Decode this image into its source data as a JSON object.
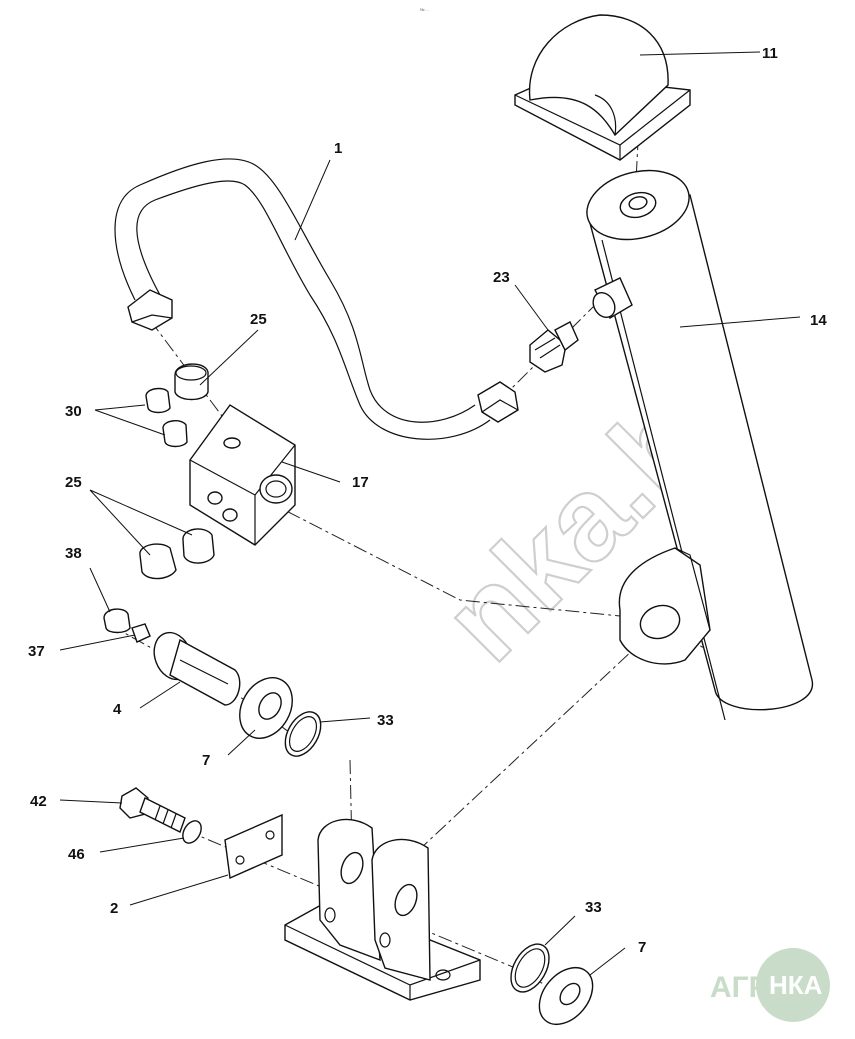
{
  "header_note": "№ ...",
  "watermark": "nka.by",
  "logo": {
    "left": "АГРО",
    "right": "НКА",
    "color": "#c9dcc9"
  },
  "callouts": {
    "c1": "1",
    "c2": "2",
    "c4": "4",
    "c7a": "7",
    "c7b": "7",
    "c11": "11",
    "c14": "14",
    "c17": "17",
    "c23": "23",
    "c25a": "25",
    "c25b": "25",
    "c30": "30",
    "c33a": "33",
    "c33b": "33",
    "c37": "37",
    "c38": "38",
    "c42": "42",
    "c46": "46"
  }
}
